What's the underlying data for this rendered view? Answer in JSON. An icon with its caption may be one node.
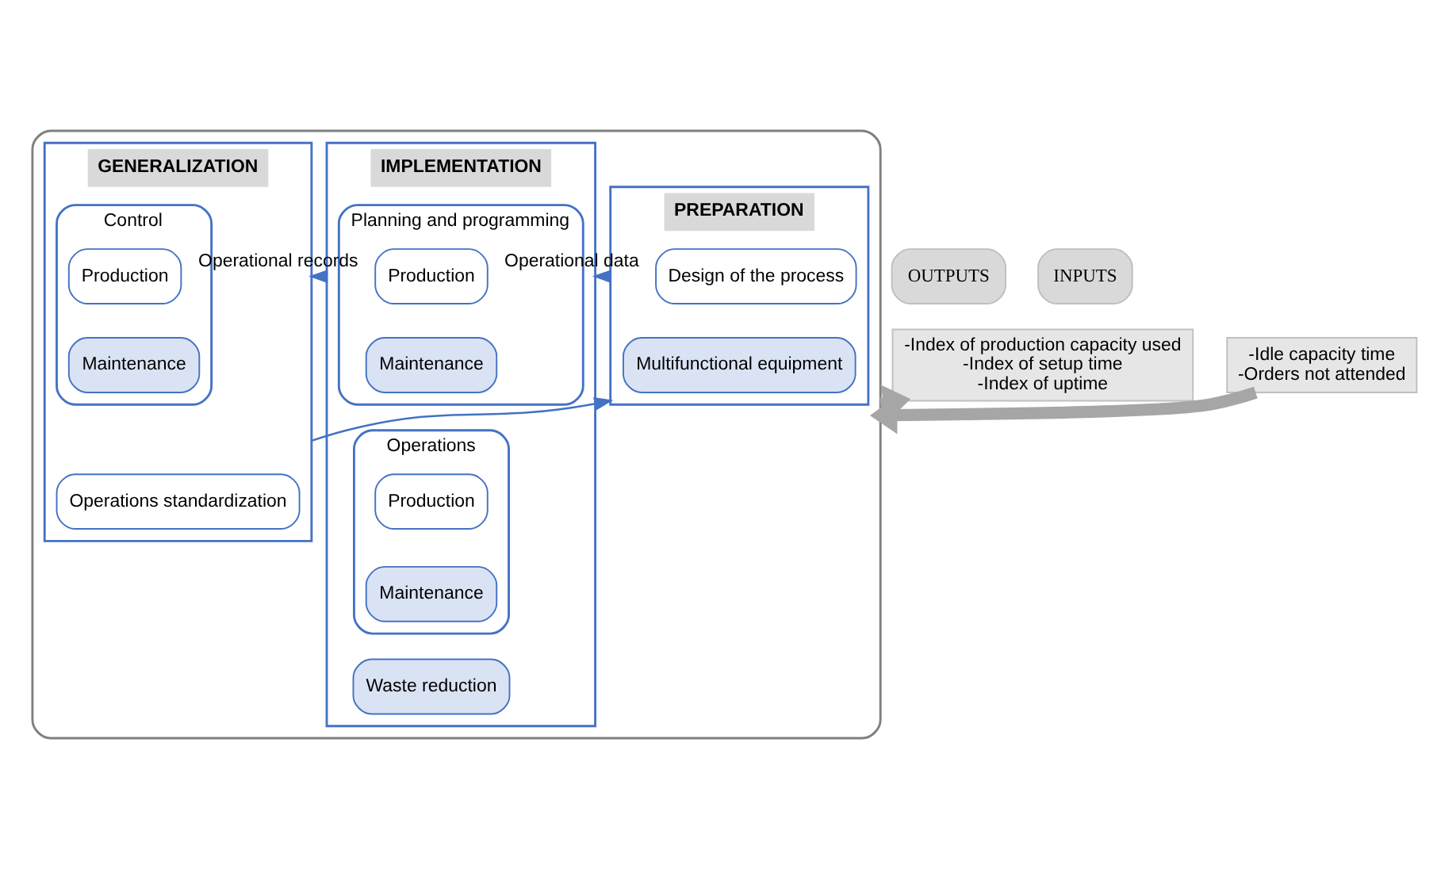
{
  "diagram": {
    "nodes": [
      {
        "text": [],
        "shape": "box"
      },
      {
        "text": [
          "INPUTS"
        ]
      },
      {
        "text": [
          "-Idle capacity time",
          "-Orders not attended"
        ]
      },
      {
        "text": [
          "PREPARATION"
        ],
        "in": 0
      },
      {
        "text": [
          "Design of the process"
        ],
        "in": 3
      },
      {
        "text": [
          "Multifunctional equipment"
        ],
        "in": 3
      },
      {
        "text": [
          "IMPLEMENTATION"
        ],
        "in": 0
      },
      {
        "text": [
          "Planning and programming"
        ],
        "in": 6
      },
      {
        "text": [
          "Production"
        ],
        "in": 7
      },
      {
        "text": [
          "Maintenance"
        ],
        "in": 7
      },
      {
        "text": [
          "Operations"
        ],
        "in": 6
      },
      {
        "text": [
          "Production"
        ],
        "in": 10
      },
      {
        "text": [
          "Maintenance"
        ],
        "in": 10
      },
      {
        "text": [
          "Waste reduction"
        ],
        "in": 6
      },
      {
        "text": [
          "GENERALIZATION"
        ],
        "in": 0
      },
      {
        "text": [
          "Control"
        ],
        "in": 14
      },
      {
        "text": [
          "Production"
        ],
        "in": 15
      },
      {
        "text": [
          "Maintenance"
        ],
        "in": 15
      },
      {
        "text": [
          "Operations standardization"
        ],
        "in": 14
      },
      {
        "text": [
          "OUTPUTS"
        ]
      },
      {
        "text": [
          "-Index of production capacity used",
          "-Index of setup time",
          "-Index of uptime"
        ]
      }
    ],
    "edges": [
      {
        "from": 2,
        "to": 0,
        "arrow": "to",
        "style": "thick",
        "color": "#a6a6a6"
      },
      {
        "from": 3,
        "to": 6,
        "arrow": "to",
        "label": "Operational data",
        "color": "#4472c4"
      },
      {
        "from": 6,
        "to": 14,
        "arrow": "to",
        "label": "Operational records",
        "color": "#4472c4"
      },
      {
        "from": 14,
        "to": 3,
        "arrow": "to",
        "color": "#4472c4"
      },
      {
        "from": 0,
        "to": 20,
        "arrow": "to",
        "style": "thick",
        "color": "#a6a6a6"
      }
    ]
  }
}
